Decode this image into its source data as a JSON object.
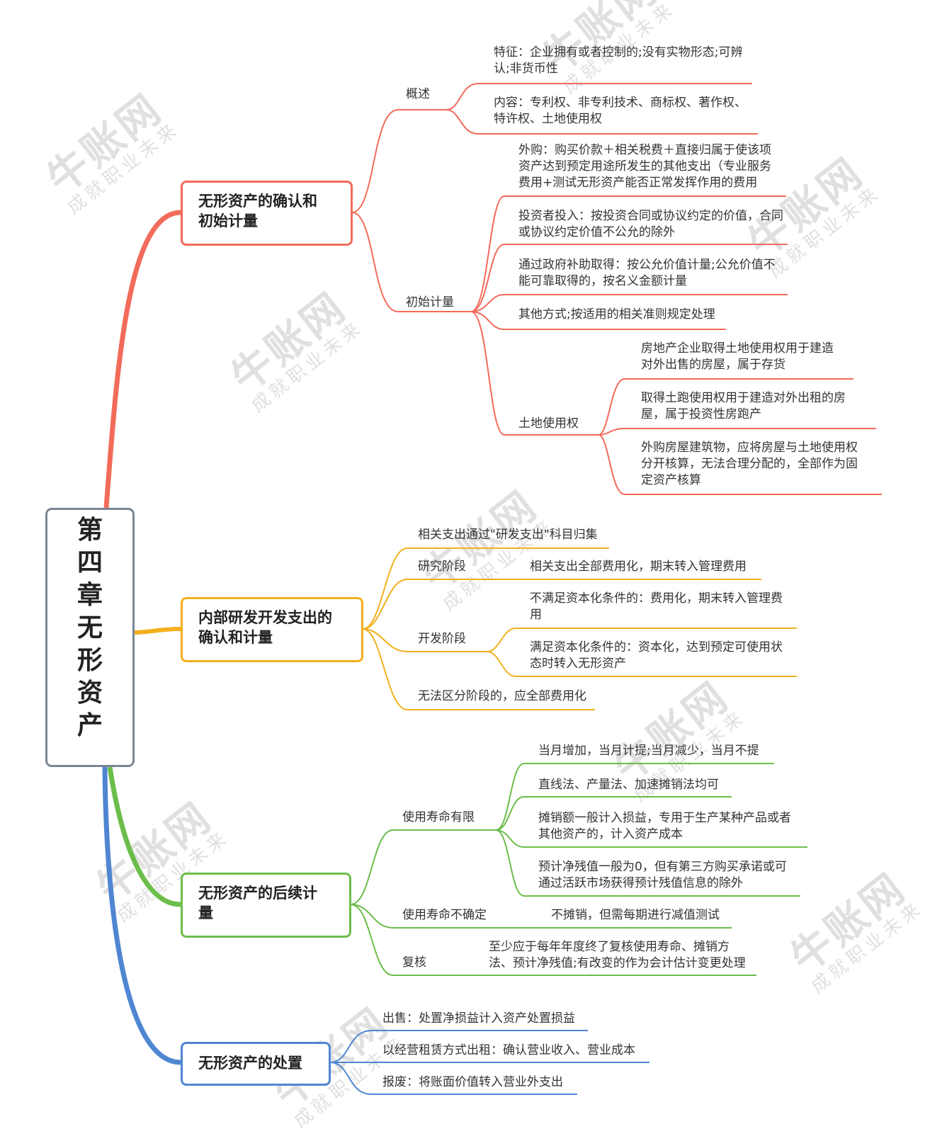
{
  "colors": {
    "recognition": "#f26b5b",
    "rnd": "#f2b01e",
    "subsequent": "#6cbd4a",
    "disposal": "#4f86d1",
    "root_border": "#7a8594"
  },
  "watermark": {
    "brand": "牛账网",
    "slogan": "成就职业未来"
  },
  "root": {
    "title": "第四章无形资产",
    "chars": [
      "第",
      "四",
      "章",
      "无",
      "形",
      "资",
      "产"
    ]
  },
  "recognition": {
    "title_lines": [
      "无形资产的确认和",
      "初始计量"
    ],
    "overview": {
      "label": "概述",
      "feature": [
        "特征：企业拥有或者控制的;没有实物形态;可辨",
        "认;非货币性"
      ],
      "content": [
        "内容：专利权、非专利技术、商标权、著作权、",
        "特许权、土地使用权"
      ]
    },
    "initial": {
      "label": "初始计量",
      "purchase": [
        "外购：购买价款＋相关税费＋直接归属于使该项",
        "资产达到预定用途所发生的其他支出（专业服务",
        "费用+测试无形资产能否正常发挥作用的费用"
      ],
      "investor": [
        "投资者投入：按投资合同或协议约定的价值，合同",
        "或协议约定价值不公允的除外"
      ],
      "grant": [
        "通过政府补助取得：按公允价值计量;公允价值不",
        "能可靠取得的，按名义金额计量"
      ],
      "other": "其他方式;按适用的相关准则规定处理",
      "land": {
        "label": "土地使用权",
        "items": [
          [
            "房地产企业取得土地使用权用于建造",
            "对外出售的房屋，属于存货"
          ],
          [
            "取得土跑使用权用于建造对外出租的房",
            "屋，属于投资性房跑产"
          ],
          [
            "外购房屋建筑物，应将房屋与土地使用权",
            "分开核算，无法合理分配的，全部作为固",
            "定资产核算"
          ]
        ]
      }
    }
  },
  "rnd": {
    "title_lines": [
      "内部研发开发支出的",
      "确认和计量"
    ],
    "collect": "相关支出通过\"研发支出\"科目归集",
    "research": {
      "label": "研究阶段",
      "text": "相关支出全部费用化，期末转入管理费用"
    },
    "development": {
      "label": "开发阶段",
      "not_met": [
        "不满足资本化条件的：费用化，期末转入管理费",
        "用"
      ],
      "met": [
        "满足资本化条件的：资本化，达到预定可使用状",
        "态时转入无形资产"
      ]
    },
    "undistinguished": "无法区分阶段的，应全部费用化"
  },
  "subsequent": {
    "title_lines": [
      "无形资产的后续计",
      "量"
    ],
    "finite": {
      "label": "使用寿命有限",
      "items": [
        [
          "当月增加，当月计提;当月减少，当月不提"
        ],
        [
          "直线法、产量法、加速摊销法均可"
        ],
        [
          "摊销额一般计入损益，专用于生产某种产品或者",
          "其他资产的，计入资产成本"
        ],
        [
          "预计净残值一般为0，但有第三方购买承诺或可",
          "通过活跃市场获得预计残值信息的除外"
        ]
      ]
    },
    "indefinite": {
      "label": "使用寿命不确定",
      "text": "不摊销，但需每期进行减值测试"
    },
    "review": {
      "label": "复核",
      "text": [
        "至少应于每年年度终了复核使用寿命、摊销方",
        "法、预计净残值;有改变的作为会计估计变更处理"
      ]
    }
  },
  "disposal": {
    "title_lines": [
      "无形资产的处置"
    ],
    "items": [
      "出售：处置净损益计入资产处置损益",
      "以经营租赁方式出租：确认营业收入、营业成本",
      "报废：将账面价值转入营业外支出"
    ]
  }
}
